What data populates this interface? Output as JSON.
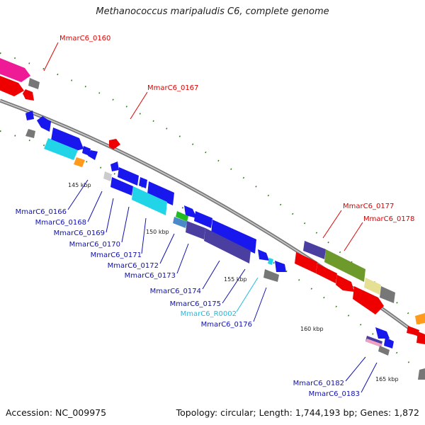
{
  "title": "Methanococcus maripaludis C6, complete genome",
  "accession": "Accession: NC_009975",
  "summary": "Topology: circular; Length: 1,744,193 bp; Genes: 1,872",
  "colors": {
    "label_red": "#dd0000",
    "label_blue": "#1010b0",
    "label_cyan": "#22bbdd",
    "tick": "#2e7d14",
    "backbone": "#8a8a8a"
  },
  "kbp_labels": [
    "145 kbp",
    "150 kbp",
    "155 kbp",
    "160 kbp",
    "165 kbp"
  ],
  "gene_labels": [
    {
      "text": "MmarC6_0160",
      "color": "red"
    },
    {
      "text": "MmarC6_0167",
      "color": "red"
    },
    {
      "text": "MmarC6_0177",
      "color": "red"
    },
    {
      "text": "MmarC6_0178",
      "color": "red"
    },
    {
      "text": "MmarC6_0166",
      "color": "blue"
    },
    {
      "text": "MmarC6_0168",
      "color": "blue"
    },
    {
      "text": "MmarC6_0169",
      "color": "blue"
    },
    {
      "text": "MmarC6_0170",
      "color": "blue"
    },
    {
      "text": "MmarC6_0171",
      "color": "blue"
    },
    {
      "text": "MmarC6_0172",
      "color": "blue"
    },
    {
      "text": "MmarC6_0173",
      "color": "blue"
    },
    {
      "text": "MmarC6_0174",
      "color": "blue"
    },
    {
      "text": "MmarC6_0175",
      "color": "blue"
    },
    {
      "text": "MmarC6_R0002",
      "color": "cyan"
    },
    {
      "text": "MmarC6_0176",
      "color": "blue"
    },
    {
      "text": "MmarC6_0182",
      "color": "blue"
    },
    {
      "text": "MmarC6_0183",
      "color": "blue"
    }
  ]
}
